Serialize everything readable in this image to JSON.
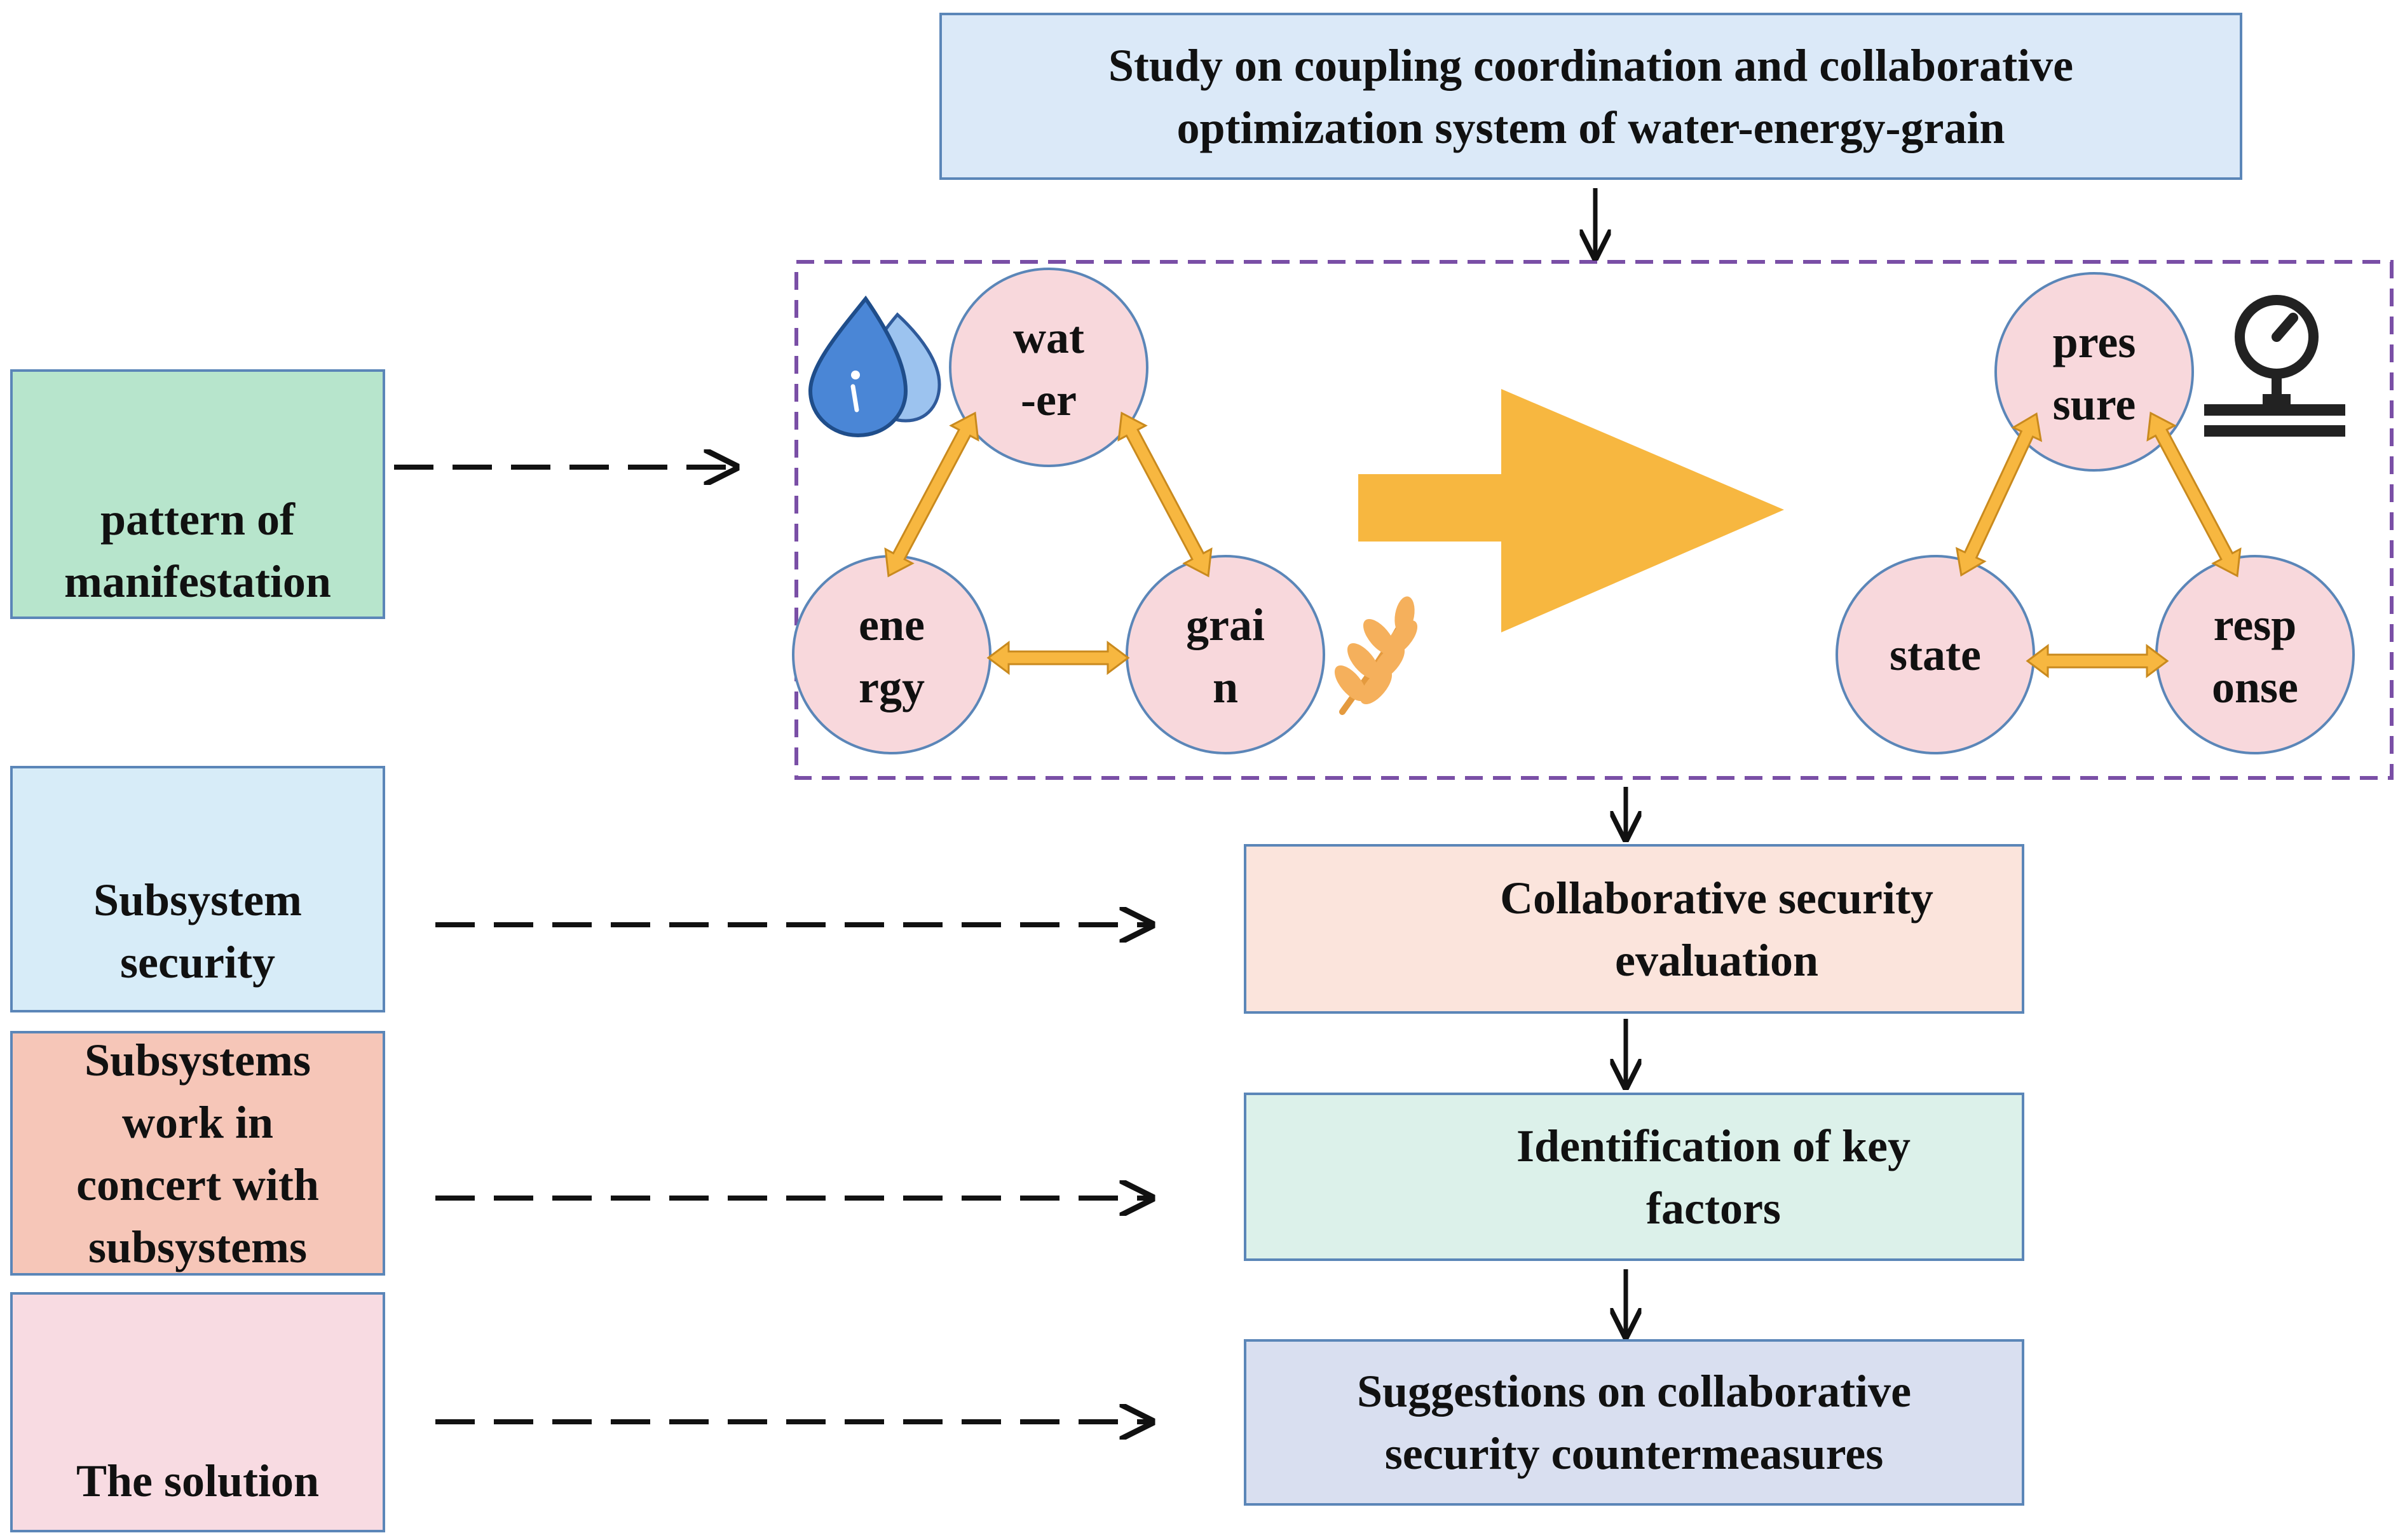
{
  "title": {
    "line1": "Study on coupling coordination and collaborative",
    "line2": "optimization system of water-energy-grain"
  },
  "left": {
    "pattern": {
      "line1": "pattern of",
      "line2": "manifestation",
      "icon": "shapes-icon"
    },
    "security": {
      "line1": "Subsystem",
      "line2": "security",
      "icon": "shield-lock-icon"
    },
    "concert": {
      "line1": "Subsystems",
      "line2": "work in",
      "line3": "concert with",
      "line4": "subsystems"
    },
    "solution": {
      "line1": "The solution",
      "icon": "lightbulb-icon"
    }
  },
  "wef": {
    "water": {
      "line1": "wat",
      "line2": "-er"
    },
    "energy": {
      "line1": "ene",
      "line2": "rgy"
    },
    "grain": {
      "line1": "grai",
      "line2": "n"
    }
  },
  "psr": {
    "pressure": {
      "line1": "pres",
      "line2": "sure"
    },
    "state": {
      "line1": "state"
    },
    "response": {
      "line1": "resp",
      "line2": "onse"
    }
  },
  "flow": {
    "evaluation": {
      "line1": "Collaborative security",
      "line2": "evaluation",
      "icon": "shield-check-icon"
    },
    "factors": {
      "line1": "Identification of key",
      "line2": "factors",
      "icon": "key-icon"
    },
    "suggestions": {
      "line1": "Suggestions on collaborative",
      "line2": "security countermeasures"
    }
  },
  "colors": {
    "title_fill": "#dbe9f8",
    "pattern_fill": "#b7e5cc",
    "security_fill": "#d7ecf8",
    "concert_fill": "#f6c6b8",
    "solution_fill": "#f8dbe2",
    "evaluation_fill": "#fbe4dc",
    "factors_fill": "#dcf1ea",
    "suggestions_fill": "#d9dff0",
    "circle_fill": "#f8d8dc",
    "circle_stroke": "#5b86b8",
    "arrow_orange": "#f7b740",
    "dash_purple": "#7a4fa6"
  }
}
